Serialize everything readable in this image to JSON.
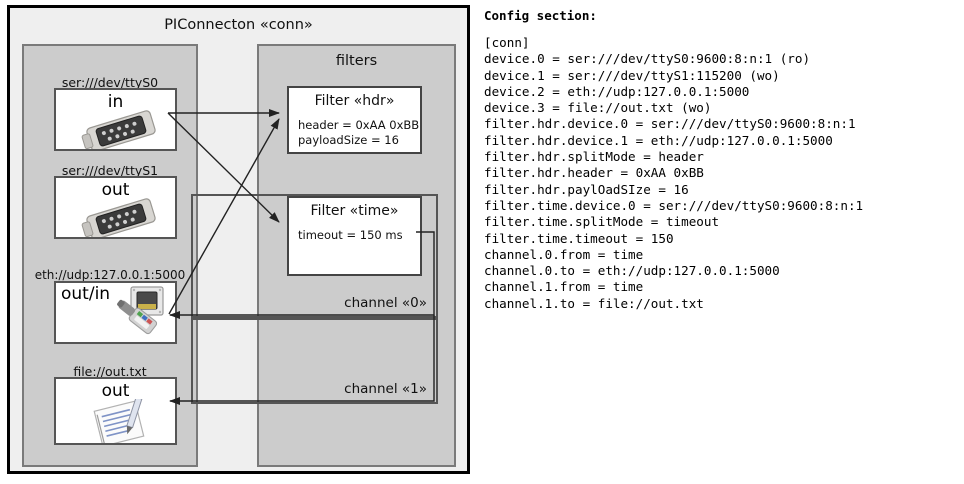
{
  "diagram": {
    "title": "PIConnecton «conn»",
    "devices_panel": {
      "name": "devices",
      "items": [
        {
          "label": "ser:///dev/ttyS0",
          "direction": "in",
          "icon": "serial-port-icon"
        },
        {
          "label": "ser:///dev/ttyS1",
          "direction": "out",
          "icon": "serial-port-icon"
        },
        {
          "label": "eth://udp:127.0.0.1:5000",
          "direction": "out/in",
          "icon": "ethernet-plug-icon"
        },
        {
          "label": "file://out.txt",
          "direction": "out",
          "icon": "text-file-icon"
        }
      ]
    },
    "filters_panel": {
      "title": "filters",
      "filters": [
        {
          "title": "Filter «hdr»",
          "props": [
            "header = 0xAA 0xBB",
            "payloadSize = 16"
          ]
        },
        {
          "title": "Filter «time»",
          "props": [
            "timeout = 150 ms"
          ]
        }
      ],
      "channels": [
        {
          "label": "channel «0»"
        },
        {
          "label": "channel «1»"
        }
      ]
    },
    "colors": {
      "frame_fill": "#efefef",
      "frame_border": "#000000",
      "panel_fill": "#cccccc",
      "panel_border": "#7a7a7a",
      "box_fill": "#ffffff",
      "box_border": "#555555",
      "connector": "#222222"
    }
  },
  "config": {
    "heading": "Config section:",
    "lines": [
      "[conn]",
      "device.0 = ser:///dev/ttyS0:9600:8:n:1 (ro)",
      "device.1 = ser:///dev/ttyS1:115200 (wo)",
      "device.2 = eth://udp:127.0.0.1:5000",
      "device.3 = file://out.txt (wo)",
      "filter.hdr.device.0 = ser:///dev/ttyS0:9600:8:n:1",
      "filter.hdr.device.1 = eth://udp:127.0.0.1:5000",
      "filter.hdr.splitMode = header",
      "filter.hdr.header = 0xAA 0xBB",
      "filter.hdr.paylOadSIze = 16",
      "filter.time.device.0 = ser:///dev/ttyS0:9600:8:n:1",
      "filter.time.splitMode = timeout",
      "filter.time.timeout = 150",
      "channel.0.from = time",
      "channel.0.to = eth://udp:127.0.0.1:5000",
      "channel.1.from = time",
      "channel.1.to = file://out.txt"
    ]
  }
}
